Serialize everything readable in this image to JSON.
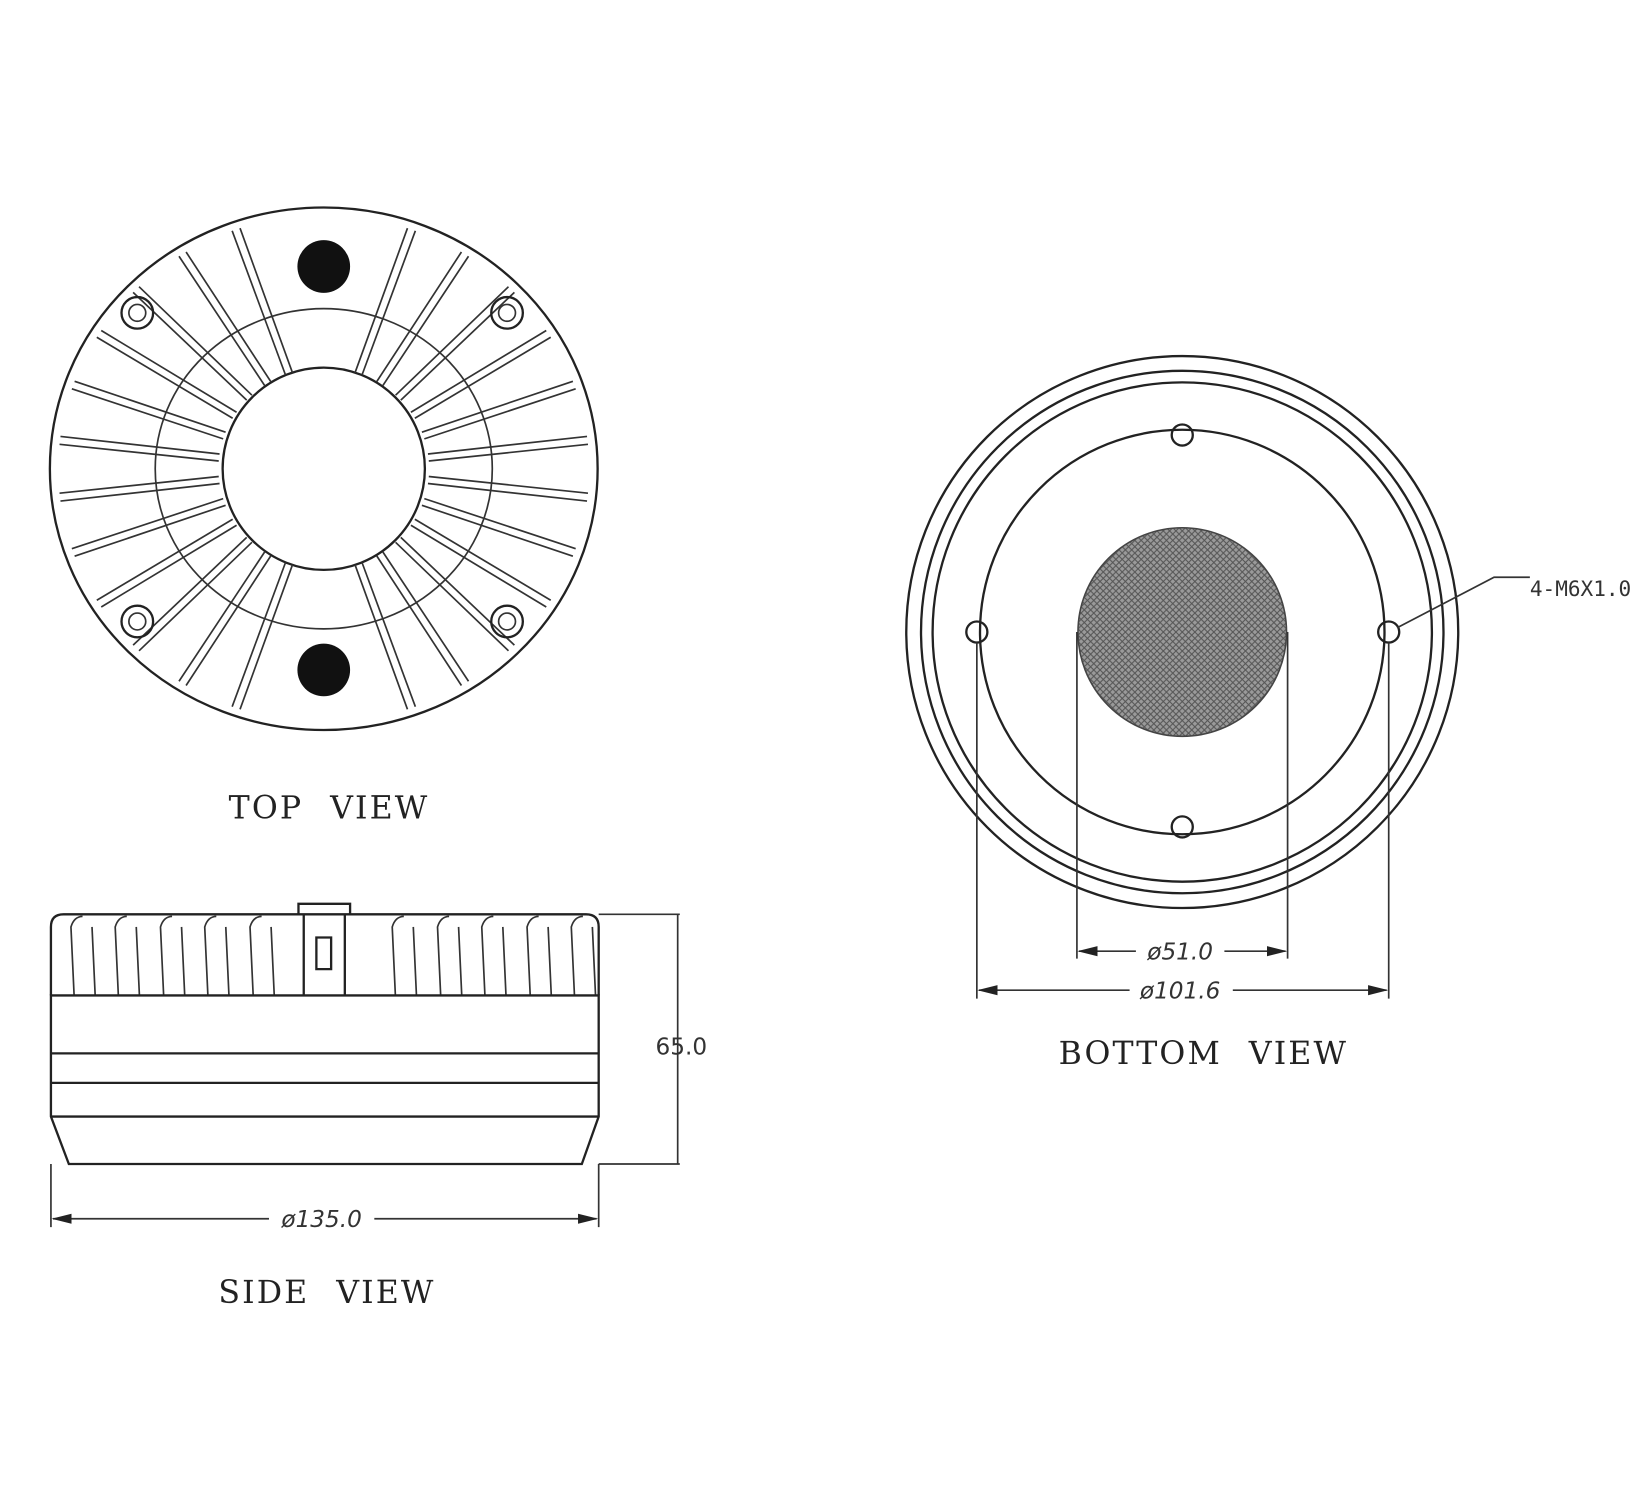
{
  "views": {
    "top": {
      "label": "TOP VIEW"
    },
    "side": {
      "label": "SIDE VIEW"
    },
    "bottom": {
      "label": "BOTTOM VIEW"
    }
  },
  "dimensions": {
    "height": "65.0",
    "outer_diameter": "ø135.0",
    "throat_diameter": "ø51.0",
    "bolt_circle_diameter": "ø101.6",
    "mounting_holes": "4-M6X1.0"
  },
  "colors": {
    "line": "#222222",
    "background": "#ffffff"
  }
}
